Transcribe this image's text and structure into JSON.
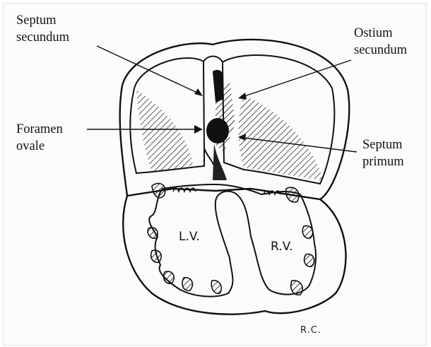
{
  "labels": {
    "septum_secundum": [
      "Septum",
      "secundum"
    ],
    "ostium_secundum": [
      "Ostium",
      "secundum"
    ],
    "foramen_ovale": [
      "Foramen",
      "ovale"
    ],
    "septum_primum": [
      "Septum",
      "primum"
    ],
    "left_ventricle": "L.V.",
    "right_ventricle": "R.V."
  },
  "signature": "R.C.",
  "colors": {
    "ink": "#111111",
    "background": "#fbfbf9"
  }
}
